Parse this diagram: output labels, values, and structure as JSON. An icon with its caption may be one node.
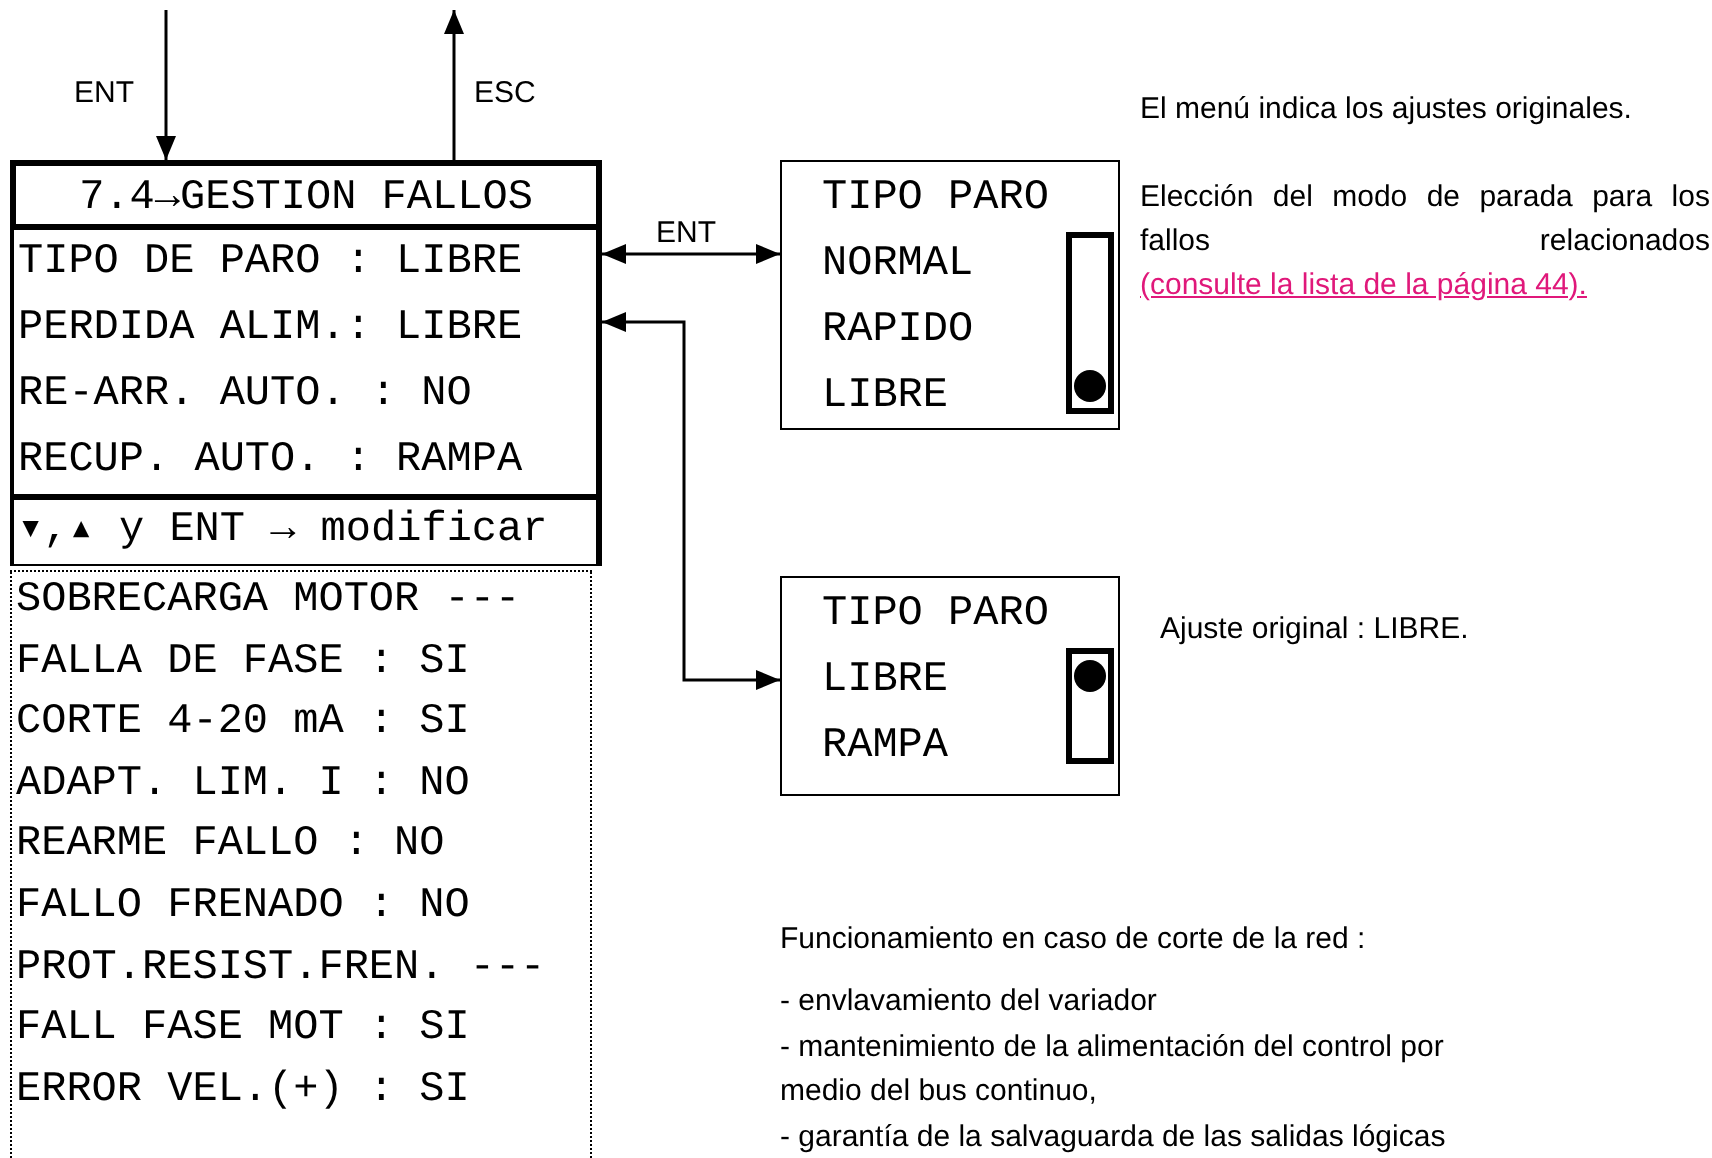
{
  "diagram": {
    "nodes": [
      {
        "text": [
          "7.4→GESTION FALLOS"
        ]
      },
      {
        "text": [
          "TIPO DE PARO : LIBRE"
        ]
      },
      {
        "text": [
          "PERDIDA ALIM.: LIBRE"
        ]
      },
      {
        "text": [
          "RE-ARR. AUTO. : NO"
        ]
      },
      {
        "text": [
          "RECUP. AUTO. : RAMPA"
        ]
      },
      {
        "text": [
          "▾,▴ y ENT → modificar"
        ]
      },
      {
        "text": [
          "SOBRECARGA MOTOR ---",
          "FALLA DE FASE : SI",
          "CORTE 4-20 mA : SI",
          "ADAPT. LIM. I : NO",
          "REARME FALLO : NO",
          "FALLO FRENADO : NO",
          "PROT.RESIST.FREN. ---",
          "FALL FASE MOT : SI",
          "ERROR VEL.(+) : SI"
        ]
      },
      {
        "text": [
          "TIPO PARO",
          "NORMAL",
          "RAPIDO",
          "LIBRE"
        ],
        "beside": [
          "Elección del modo de parada para los fallos relacionados",
          "(consulte la lista de la página 44)."
        ]
      },
      {
        "text": [
          "TIPO PARO",
          "LIBRE",
          "RAMPA"
        ],
        "beside": [
          "Ajuste original : LIBRE."
        ]
      }
    ],
    "edges": [
      {
        "from": null,
        "to": 0,
        "arrow": "to",
        "label": "ENT"
      },
      {
        "from": 0,
        "to": null,
        "arrow": "to",
        "label": "ESC"
      },
      {
        "from": 1,
        "to": 7,
        "arrow": "both",
        "label": "ENT"
      },
      {
        "from": 8,
        "to": 2,
        "arrow": "both"
      }
    ],
    "labels": [
      "El menú indica los ajustes originales.",
      "Funcionamiento en caso de corte de la red :",
      "- envlavamiento del variador",
      "- mantenimiento de la alimentación del control por medio del bus continuo,",
      "- garantía de la salvaguarda de las salidas lógicas"
    ]
  }
}
